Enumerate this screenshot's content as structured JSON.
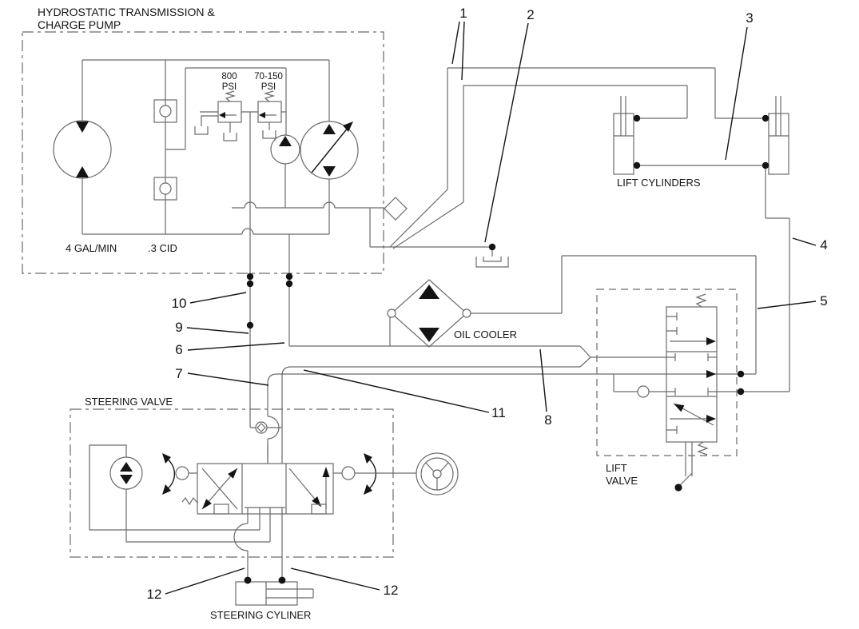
{
  "diagram": {
    "type": "hydraulic-schematic",
    "labels": {
      "title1": "HYDROSTATIC TRANSMISSION &",
      "title2": "CHARGE PUMP",
      "relief_a_value": "800",
      "relief_a_unit": "PSI",
      "relief_b_value": "70-150",
      "relief_b_unit": "PSI",
      "flow_rate": "4 GAL/MIN",
      "displacement": ".3 CID",
      "lift_cylinders": "LIFT CYLINDERS",
      "oil_cooler": "OIL COOLER",
      "lift_valve_line1": "LIFT",
      "lift_valve_line2": "VALVE",
      "steering_valve": "STEERING VALVE",
      "steering_cylinder": "STEERING CYLINER"
    },
    "callouts": {
      "c1": "1",
      "c2": "2",
      "c3": "3",
      "c4": "4",
      "c5": "5",
      "c6": "6",
      "c7": "7",
      "c8": "8",
      "c9": "9",
      "c10": "10",
      "c11": "11",
      "c12_left": "12",
      "c12_right": "12"
    },
    "colors": {
      "background": "#ffffff",
      "schematic_line": "#6a6a6a",
      "callout_line": "#141414",
      "text": "#141414"
    }
  }
}
